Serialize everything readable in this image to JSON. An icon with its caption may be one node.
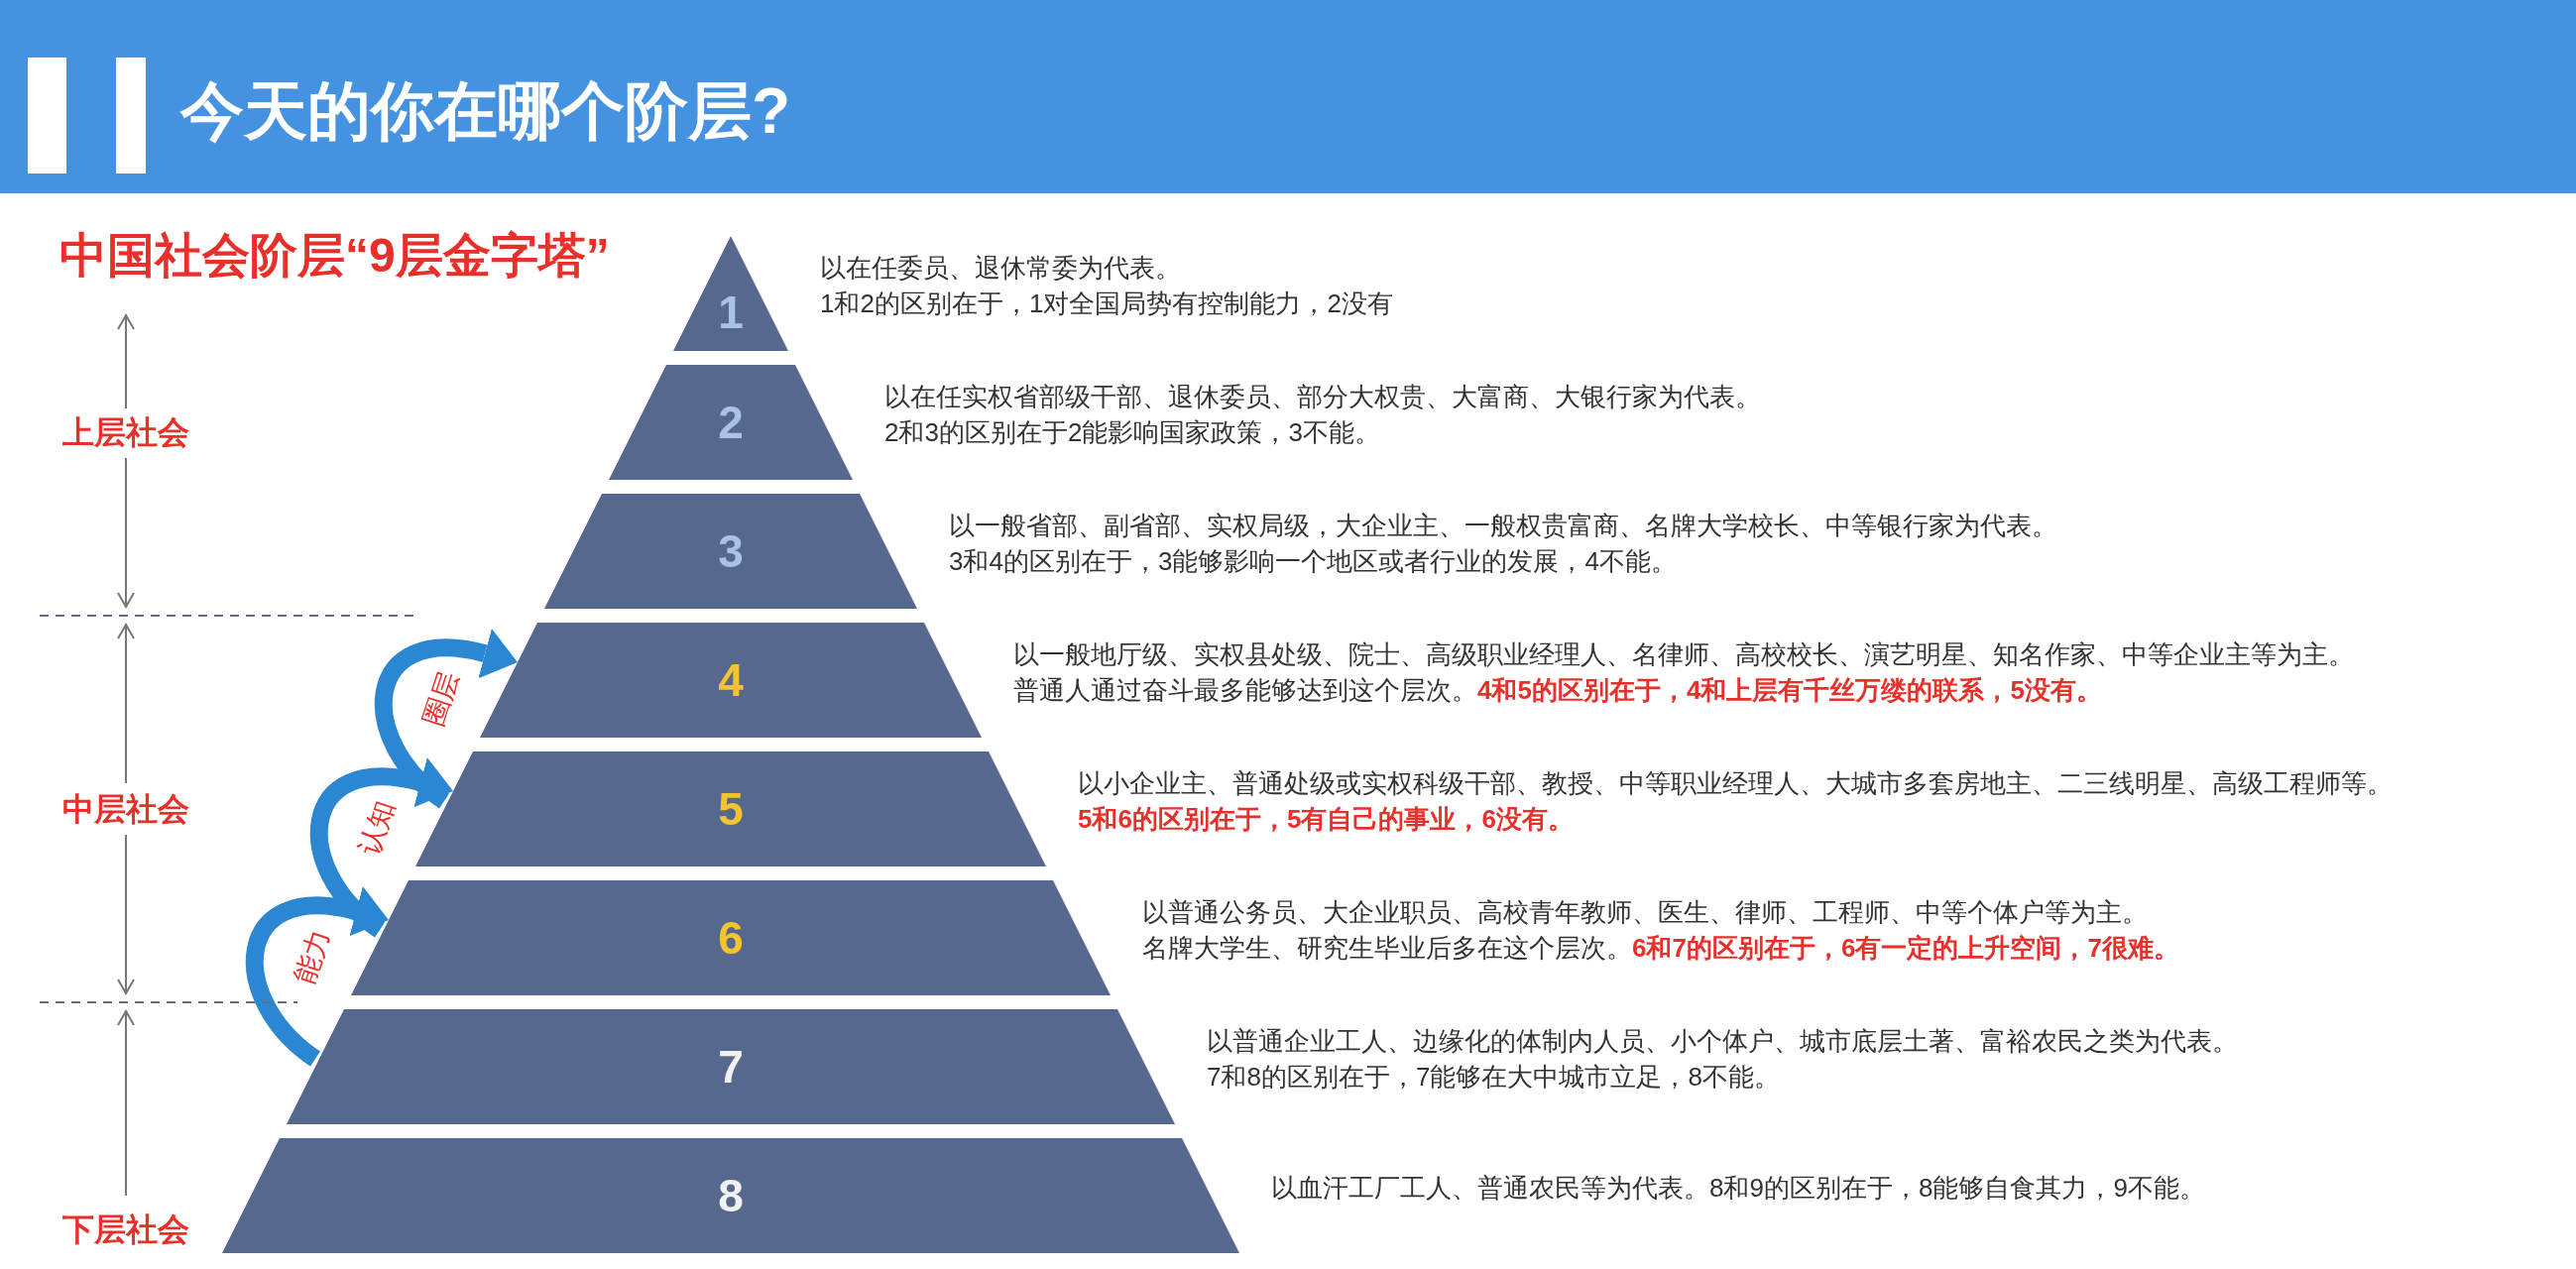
{
  "diagram": {
    "title": "今天的你在哪个阶层?",
    "nodes": [
      {
        "text": [
          "1"
        ],
        "beside": [
          "以在任委员、退休常委为代表。",
          "1和2的区别在于，1对全国局势有控制能力，2没有"
        ]
      },
      {
        "text": [
          "2"
        ],
        "beside": [
          "以在任实权省部级干部、退休委员、部分大权贵、大富商、大银行家为代表。",
          "2和3的区别在于2能影响国家政策，3不能。"
        ]
      },
      {
        "text": [
          "3"
        ],
        "beside": [
          "以一般省部、副省部、实权局级，大企业主、一般权贵富商、名牌大学校长、中等银行家为代表。",
          "3和4的区别在于，3能够影响一个地区或者行业的发展，4不能。"
        ]
      },
      {
        "text": [
          "4"
        ],
        "beside": [
          "以一般地厅级、实权县处级、院士、高级职业经理人、名律师、高校校长、演艺明星、知名作家、中等企业主等为主。",
          "普通人通过奋斗最多能够达到这个层次。**4和5的区别在于，4和上层有千丝万缕的联系，5没有。**"
        ]
      },
      {
        "text": [
          "5"
        ],
        "beside": [
          "以小企业主、普通处级或实权科级干部、教授、中等职业经理人、大城市多套房地主、二三线明星、高级工程师等。",
          "5和6的区别在于，5有自己的事业，6没有。"
        ]
      },
      {
        "text": [
          "6"
        ],
        "beside": [
          "以普通公务员、大企业职员、高校青年教师、医生、律师、工程师、中等个体户等为主。",
          "名牌大学生、研究生毕业后多在这个层次。**6和7的区别在于，6有一定的上升空间，7很难。**"
        ]
      },
      {
        "text": [
          "7"
        ],
        "beside": [
          "以普通企业工人、边缘化的体制内人员、小个体户、城市底层土著、富裕农民之类为代表。",
          "7和8的区别在于，7能够在大中城市立足，8不能。"
        ]
      },
      {
        "text": [
          "8"
        ],
        "beside": [
          "以血汗工厂工人、普通农民等为代表。8和9的区别在于，8能够自食其力，9不能。"
        ]
      }
    ],
    "edges": [
      {
        "from": 6,
        "to": 5,
        "arrow": "to",
        "label": "能力"
      },
      {
        "from": 5,
        "to": 4,
        "arrow": "to",
        "label": "认知"
      },
      {
        "from": 4,
        "to": 3,
        "arrow": "to",
        "label": "圈层"
      }
    ],
    "labels": [
      "中国社会阶层“9层金字塔”",
      "上层社会",
      "中层社会",
      "下层社会"
    ]
  }
}
